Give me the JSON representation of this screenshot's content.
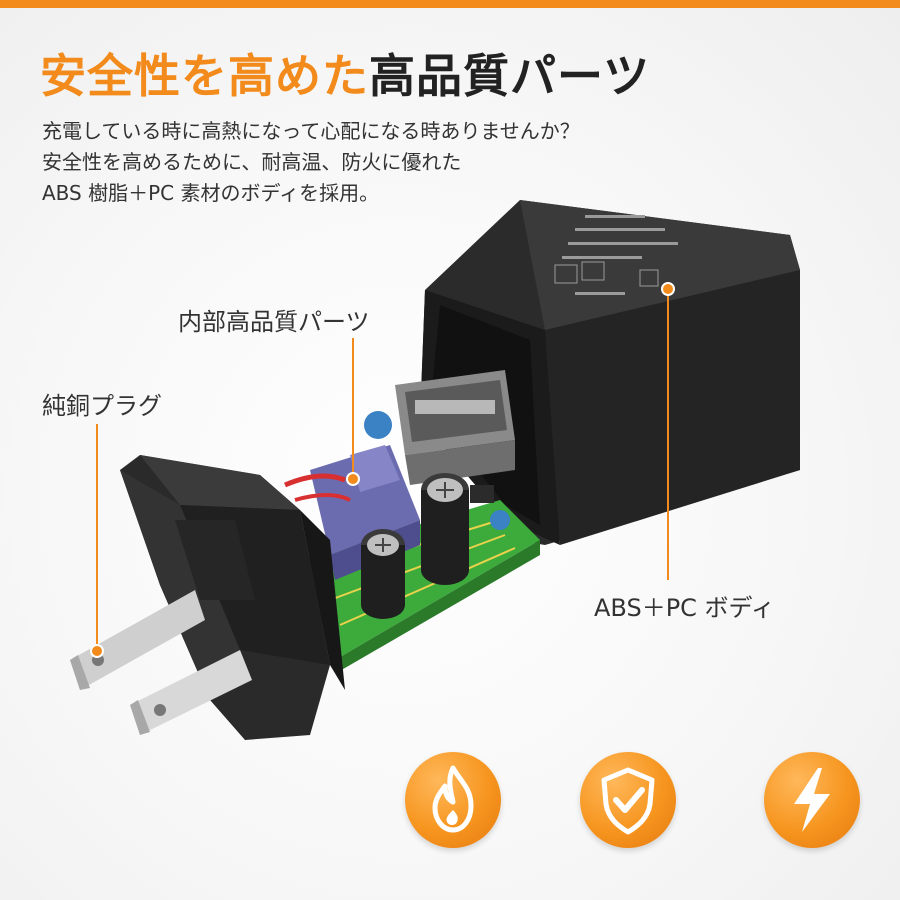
{
  "header": {
    "title_accent": "安全性を高めた",
    "title_main": "高品質パーツ"
  },
  "description": {
    "lines": [
      "充電している時に高熱になって心配になる時ありませんか？",
      "安全性を高めるために、耐高温、防火に優れた",
      "ABS 樹脂＋PC 素材のボディを採用。"
    ]
  },
  "callouts": {
    "inner_parts": "内部高品質パーツ",
    "copper_plug": "純銅プラグ",
    "body_material": "ABS＋PC ボディ"
  },
  "features": [
    {
      "icon": "flame-icon"
    },
    {
      "icon": "shield-check-icon"
    },
    {
      "icon": "lightning-bolt-icon"
    }
  ],
  "colors": {
    "accent": "#f28a1c",
    "text": "#333333",
    "charger_body": "#2b2b2b",
    "pcb": "#3cab3c"
  }
}
